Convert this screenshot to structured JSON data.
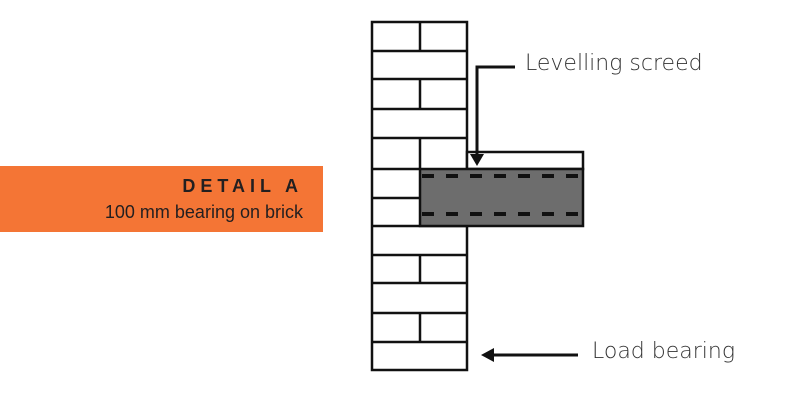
{
  "detail": {
    "title": "DETAIL A",
    "subtitle": "100 mm bearing on brick"
  },
  "labels": {
    "screed": "Levelling screed",
    "load": "Load bearing"
  },
  "colors": {
    "accent": "#f47535",
    "slab": "#6d6d6d"
  }
}
